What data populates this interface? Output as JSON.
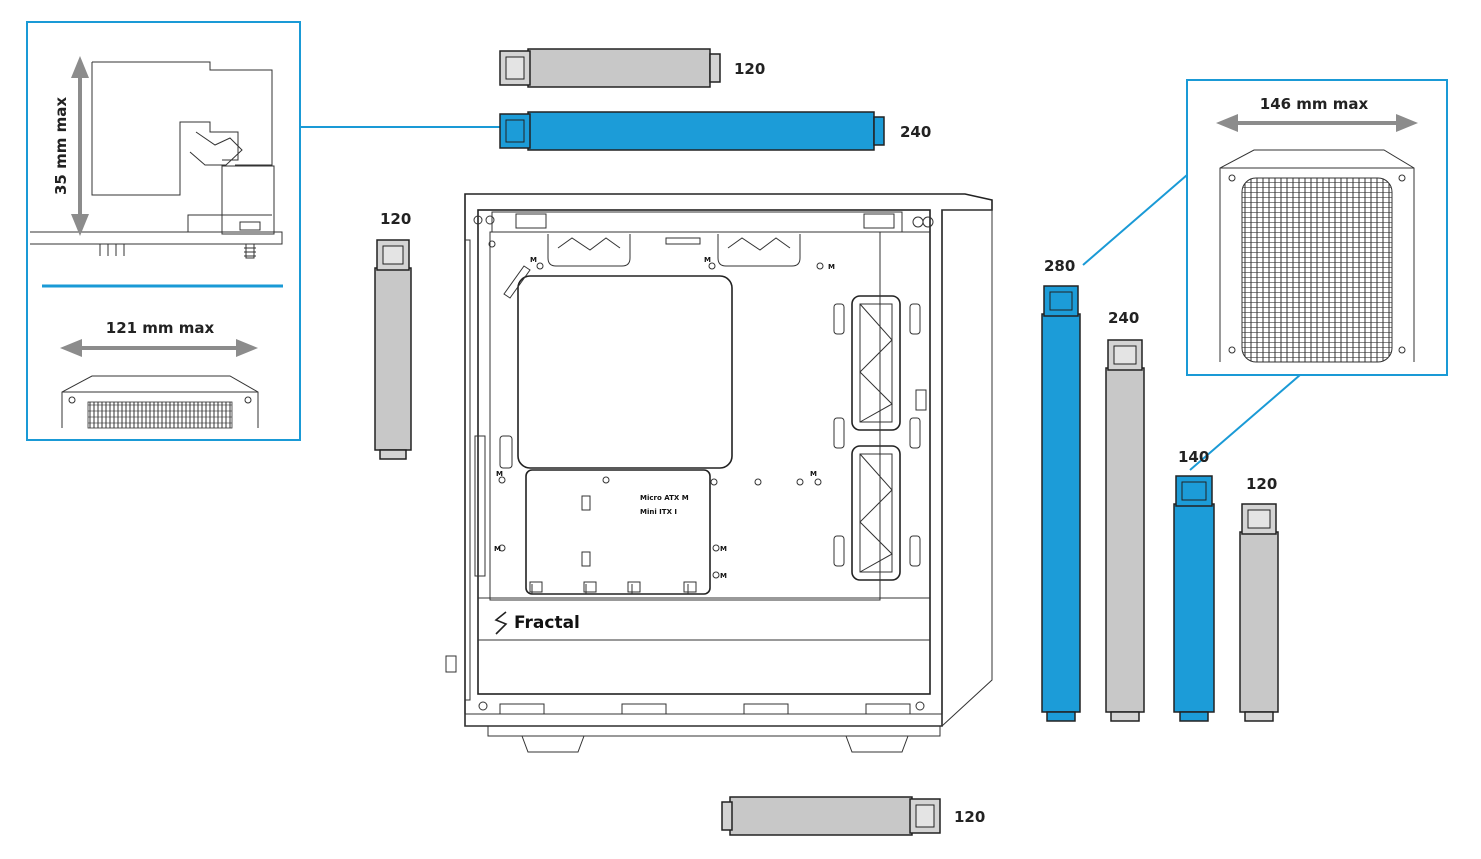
{
  "colors": {
    "accent": "#1a9ad6",
    "radiator_gray": "#c8c8c8",
    "radiator_blue": "#1c9cd8",
    "arrow_gray": "#8c8c8c",
    "outline": "#222222"
  },
  "radiators": {
    "top_120": "120",
    "top_240": "240",
    "left_120": "120",
    "bottom_120": "120",
    "front_280": "280",
    "front_240": "240",
    "front_140": "140",
    "front_120": "120"
  },
  "callouts": {
    "height_clearance": "35 mm max",
    "top_width": "121 mm max",
    "front_width": "146 mm max"
  },
  "case": {
    "brand": "Fractal",
    "board_labels": [
      "Micro  ATX  M",
      "Mini  ITX    I"
    ],
    "standoff_marks": [
      "M",
      "M",
      "M",
      "M",
      "M",
      "M",
      "M",
      "M"
    ]
  }
}
